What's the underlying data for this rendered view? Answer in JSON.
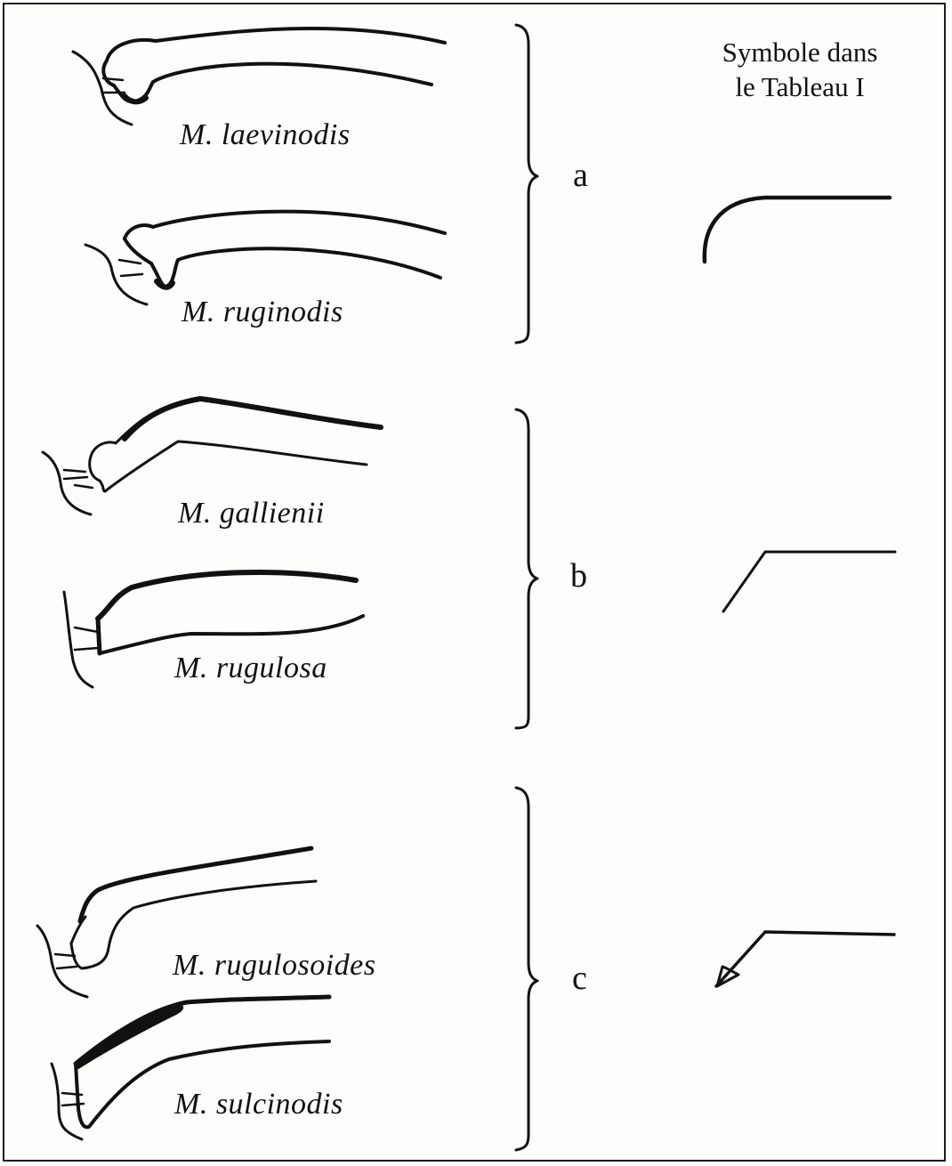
{
  "legend": {
    "line1": "Symbole dans",
    "line2": "le Tableau I"
  },
  "groups": [
    {
      "label": "a",
      "species": [
        "M. laevinodis",
        "M. ruginodis"
      ]
    },
    {
      "label": "b",
      "species": [
        "M. gallienii",
        "M. rugulosa"
      ]
    },
    {
      "label": "c",
      "species": [
        "M. rugulosoides",
        "M. sulcinodis"
      ]
    }
  ],
  "colors": {
    "ink": "#111111",
    "paper": "#fdfdfb"
  }
}
